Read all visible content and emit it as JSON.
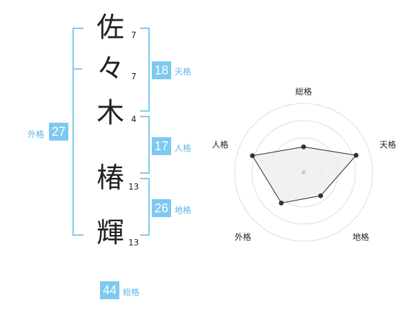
{
  "name": {
    "characters": [
      {
        "char": "佐",
        "strokes": "7"
      },
      {
        "char": "々",
        "strokes": "7"
      },
      {
        "char": "木",
        "strokes": "4"
      },
      {
        "char": "椿",
        "strokes": "13"
      },
      {
        "char": "輝",
        "strokes": "13"
      }
    ]
  },
  "kakusu": {
    "tenkaku": {
      "value": "18",
      "label": "天格"
    },
    "jinkaku": {
      "value": "17",
      "label": "人格"
    },
    "chikaku": {
      "value": "26",
      "label": "地格"
    },
    "gaikaku": {
      "value": "27",
      "label": "外格"
    },
    "soukaku": {
      "value": "44",
      "label": "総格"
    }
  },
  "radar": {
    "axes": [
      "総格",
      "天格",
      "地格",
      "外格",
      "人格"
    ],
    "values": [
      0.37,
      0.8,
      0.42,
      0.55,
      0.78
    ],
    "rings": 4
  },
  "colors": {
    "accent": "#7cc9f2",
    "label": "#5ab7ea",
    "polygon_fill": "#eeeeee",
    "ring": "#dddddd"
  }
}
